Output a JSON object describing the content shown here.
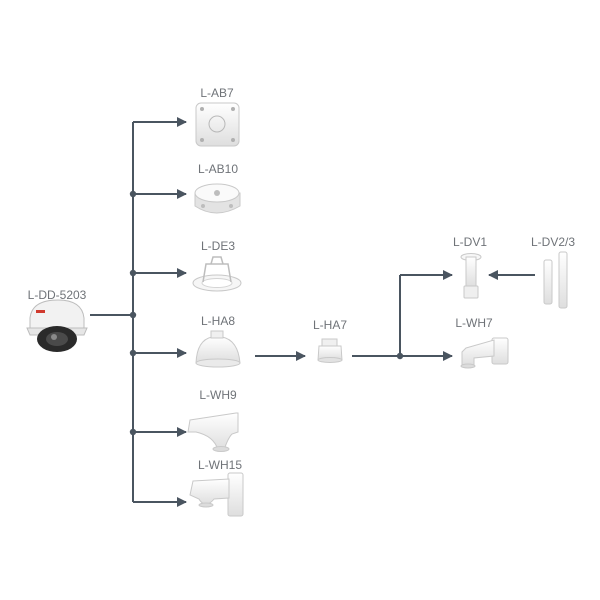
{
  "nodes": {
    "camera": {
      "label": "L-DD-5203",
      "icon": "dome-camera-icon"
    },
    "ab7": {
      "label": "L-AB7",
      "icon": "junction-box-icon"
    },
    "ab10": {
      "label": "L-AB10",
      "icon": "round-junction-box-icon"
    },
    "de3": {
      "label": "L-DE3",
      "icon": "in-ceiling-mount-icon"
    },
    "ha8": {
      "label": "L-HA8",
      "icon": "pendant-adapter-icon"
    },
    "wh9": {
      "label": "L-WH9",
      "icon": "wall-bracket-icon"
    },
    "wh15": {
      "label": "L-WH15",
      "icon": "wall-bracket-long-icon"
    },
    "ha7": {
      "label": "L-HA7",
      "icon": "adapter-icon"
    },
    "dv1": {
      "label": "L-DV1",
      "icon": "pendant-pole-icon"
    },
    "dv23": {
      "label": "L-DV2/3",
      "icon": "extension-poles-icon"
    },
    "wh7": {
      "label": "L-WH7",
      "icon": "wall-mount-icon"
    }
  },
  "colors": {
    "line": "#4a5560",
    "label": "#6f7378",
    "product": "#f1f1f1",
    "product_edge": "#c9c9c9"
  }
}
